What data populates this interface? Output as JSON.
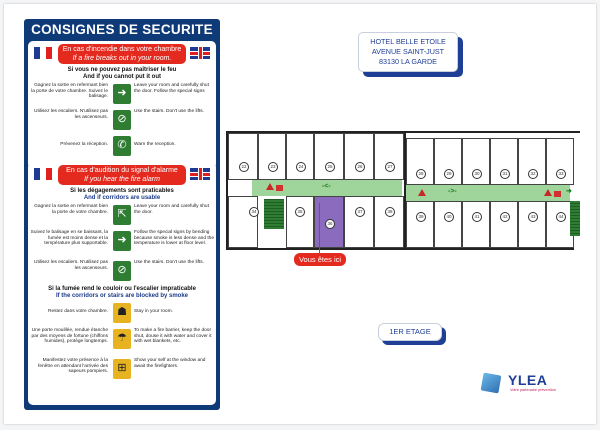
{
  "panel": {
    "title": "CONSIGNES DE SECURITE",
    "section1": {
      "banner_fr": "En cas d'incendie dans votre chambre",
      "banner_en": "If a fire breaks out in your room.",
      "sub_fr": "Si vous ne pouvez pas maîtriser le feu",
      "sub_en": "And if you cannot put it out",
      "rows": [
        {
          "fr": "Gagnez la sortie en refermant bien la porte de votre chambre. Suivez le balisage.",
          "en": "Leave your room and carefully shut the door. Follow the special signs",
          "icon": "exit-people-icon",
          "glyph": "➜"
        },
        {
          "fr": "Utilisez les escaliers. N'utilisez pas les ascenseurs.",
          "en": "Use the stairs. Don't use the lifts.",
          "icon": "no-elevator-icon",
          "glyph": "⊘"
        },
        {
          "fr": "Prévenez la réception.",
          "en": "Warn the reception.",
          "icon": "phone-icon",
          "glyph": "✆"
        }
      ]
    },
    "section2": {
      "banner_fr": "En cas d'audition du signal d'alarme",
      "banner_en": "If you hear the fire alarm",
      "sub_fr": "Si les dégagements sont praticables",
      "sub_en": "And if corridors are usable",
      "rows": [
        {
          "fr": "Gagnez la sortie en refermant bien la porte de votre chambre.",
          "en": "Leave your room and carefully shut the door.",
          "icon": "exit-door-icon",
          "glyph": "🚪"
        },
        {
          "fr": "Suivez le balisage en se baissant, la fumée est moins dense et la température plus supportable.",
          "en": "Follow the special signs by bending because smoke is less dense and the temperature is lower at floor level.",
          "icon": "exit-people-icon",
          "glyph": "➜"
        },
        {
          "fr": "Utilisez les escaliers. N'utilisez pas les ascenseurs.",
          "en": "Use the stairs. Don't use the lifts.",
          "icon": "no-elevator-icon",
          "glyph": "⊘"
        }
      ],
      "sub2_fr": "Si la fumée rend le couloir ou l'escalier impraticable",
      "sub2_en": "If the corridors or stairs are blocked by smoke",
      "rows2": [
        {
          "fr": "Restez dans votre chambre.",
          "en": "Stay in your room.",
          "icon": "stay-in-room-icon",
          "glyph": "☗"
        },
        {
          "fr": "Une porte mouillée, rendue étanche par des moyens de fortune (chiffons humides), protège longtemps.",
          "en": "To make a fire barrier, keep the door shut, douse it with water and cover it with wet blankets, etc.",
          "icon": "wet-door-icon",
          "glyph": "☂"
        },
        {
          "fr": "Manifestez votre présence à la fenêtre en attendant l'arrivée des sapeurs pompiers.",
          "en": "Show your self at the window and await the firefighters.",
          "icon": "window-icon",
          "glyph": "⊞"
        }
      ]
    }
  },
  "hotel": {
    "line1": "HOTEL BELLE ETOILE",
    "line2": "AVENUE SAINT-JUST",
    "line3": "83130 LA GARDE"
  },
  "floorplan": {
    "top_rooms": [
      "22",
      "23",
      "24",
      "25",
      "26",
      "27",
      "28",
      "29",
      "30",
      "31",
      "32",
      "33"
    ],
    "bottom_rooms": [
      "34",
      "35",
      "36",
      "37",
      "38",
      "39",
      "40",
      "41",
      "42",
      "43",
      "44"
    ],
    "current_room": "36",
    "you_are_here": "Vous êtes ici",
    "colors": {
      "corridor": "#9fd59a",
      "current_room": "#8a6bbd",
      "marker": "#e42a1f"
    }
  },
  "floor_label": "1ER ETAGE",
  "logo": {
    "name": "YLEA",
    "tagline": "Votre partenaire prévention"
  }
}
